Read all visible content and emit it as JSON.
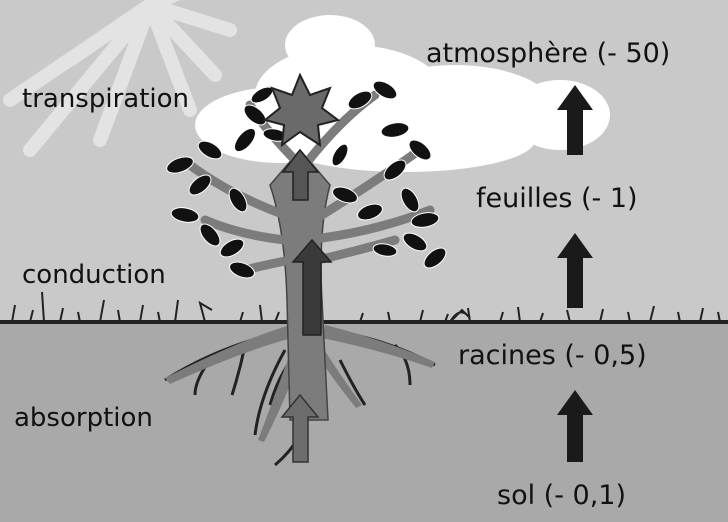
{
  "labels": {
    "transpiration": "transpiration",
    "conduction": "conduction",
    "absorption": "absorption",
    "atmosphere": "atmosphère (- 50)",
    "feuilles": "feuilles (- 1)",
    "racines": "racines (- 0,5)",
    "sol": "sol (- 0,1)"
  },
  "colors": {
    "sky": "#c9c9c9",
    "ground": "#a9a9a9",
    "cloud": "#ffffff",
    "trunk": "#7c7c7c",
    "leaf": "#111111",
    "arrow": "#1a1a1a"
  },
  "icons": [
    "sun-rays-icon",
    "cloud-icon",
    "tree-icon",
    "up-arrow-icon"
  ]
}
